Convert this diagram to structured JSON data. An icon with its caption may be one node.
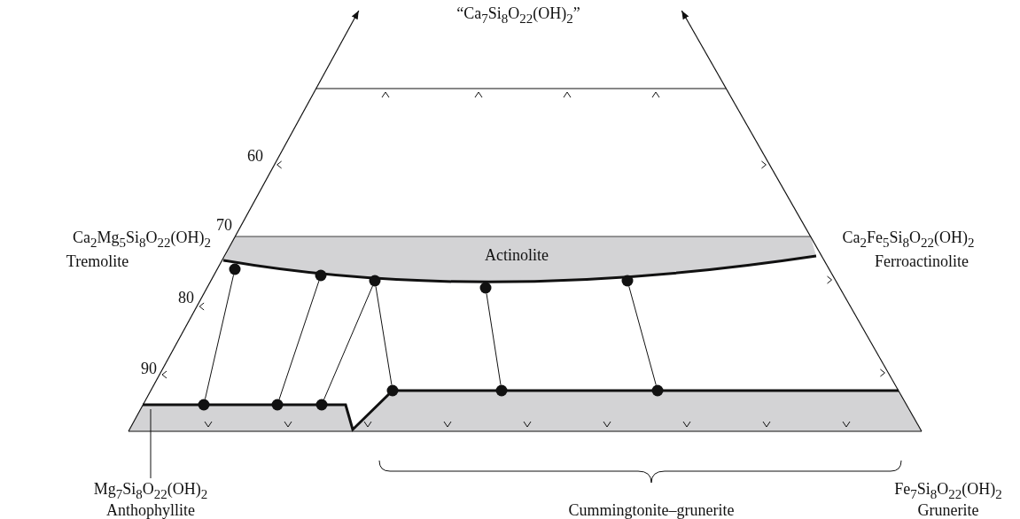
{
  "diagram": {
    "nodes": [
      {
        "text": [
          "Actinolite"
        ]
      },
      {
        "text": [],
        "shape": "band"
      },
      {
        "text": [],
        "shape": "circle"
      },
      {
        "text": [],
        "shape": "circle"
      },
      {
        "text": [],
        "shape": "circle"
      },
      {
        "text": [],
        "shape": "circle"
      },
      {
        "text": [],
        "shape": "circle"
      },
      {
        "text": [],
        "shape": "circle"
      },
      {
        "text": [],
        "shape": "circle"
      },
      {
        "text": [],
        "shape": "circle"
      },
      {
        "text": [],
        "shape": "circle"
      },
      {
        "text": [],
        "shape": "circle"
      },
      {
        "text": [],
        "shape": "circle"
      },
      {
        "text": [
          "Mg$_{7}$Si$_{8}$O$_{22}$(OH)$_{2}$",
          "Anthophyllite"
        ]
      }
    ],
    "edges": [
      {
        "from": 2,
        "to": 7,
        "arrow": "none"
      },
      {
        "from": 3,
        "to": 8,
        "arrow": "none"
      },
      {
        "from": 4,
        "to": 9,
        "arrow": "none"
      },
      {
        "from": 4,
        "to": 10,
        "arrow": "none"
      },
      {
        "from": 5,
        "to": 11,
        "arrow": "none"
      },
      {
        "from": 6,
        "to": 12,
        "arrow": "none"
      },
      {
        "from": 13,
        "to": 1,
        "arrow": "none"
      }
    ],
    "labels": [
      "“Ca$_{7}$Si$_{8}$O$_{22}$(OH)$_{2}$”",
      "60",
      "70",
      "80",
      "90",
      "Ca$_{2}$Mg$_{5}$Si$_{8}$O$_{22}$(OH)$_{2}$",
      "Tremolite",
      "Ca$_{2}$Fe$_{5}$Si$_{8}$O$_{22}$(OH)$_{2}$",
      "Ferroactinolite",
      "Cummingtonite–grunerite",
      "Fe$_{7}$Si$_{8}$O$_{22}$(OH)$_{2}$",
      "Grunerite"
    ]
  }
}
